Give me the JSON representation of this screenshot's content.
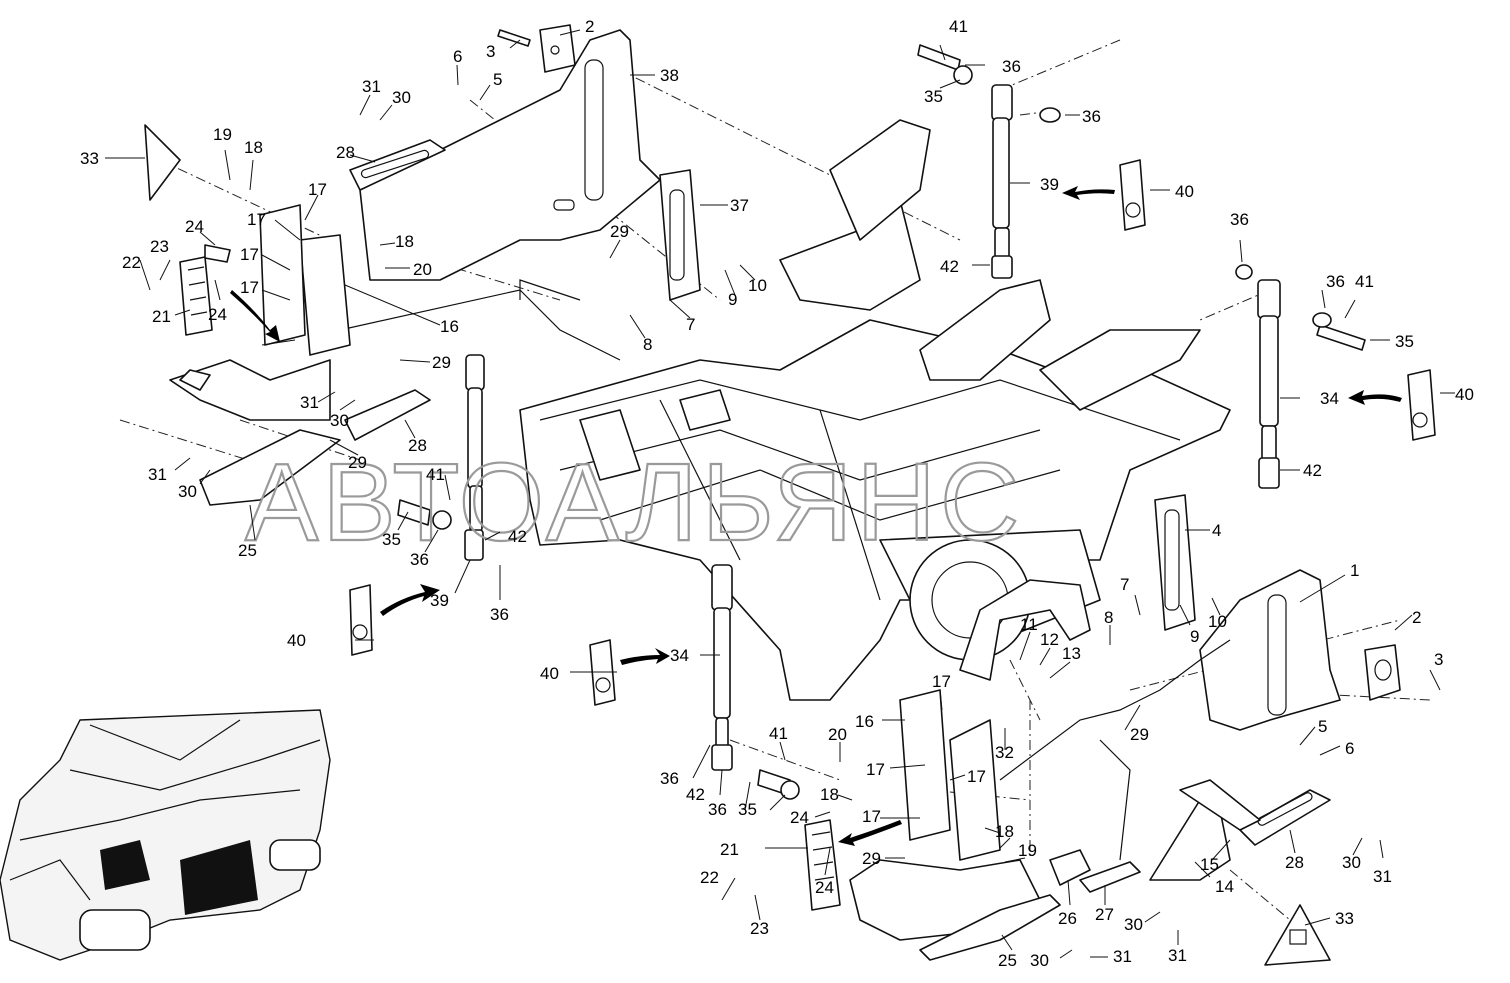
{
  "watermark": "АВТОАЛЬЯНС",
  "callouts": [
    {
      "id": "c-2a",
      "text": "2"
    },
    {
      "id": "c-3a",
      "text": "3"
    },
    {
      "id": "c-38",
      "text": "38"
    },
    {
      "id": "c-6a",
      "text": "6"
    },
    {
      "id": "c-5a",
      "text": "5"
    },
    {
      "id": "c-31a",
      "text": "31"
    },
    {
      "id": "c-30a",
      "text": "30"
    },
    {
      "id": "c-28a",
      "text": "28"
    },
    {
      "id": "c-33a",
      "text": "33"
    },
    {
      "id": "c-19a",
      "text": "19"
    },
    {
      "id": "c-18a",
      "text": "18"
    },
    {
      "id": "c-17a",
      "text": "17"
    },
    {
      "id": "c-17b",
      "text": "17"
    },
    {
      "id": "c-17c",
      "text": "17"
    },
    {
      "id": "c-17d",
      "text": "17"
    },
    {
      "id": "c-24a",
      "text": "24"
    },
    {
      "id": "c-23a",
      "text": "23"
    },
    {
      "id": "c-22a",
      "text": "22"
    },
    {
      "id": "c-21a",
      "text": "21"
    },
    {
      "id": "c-24b",
      "text": "24"
    },
    {
      "id": "c-18b",
      "text": "18"
    },
    {
      "id": "c-20a",
      "text": "20"
    },
    {
      "id": "c-16a",
      "text": "16"
    },
    {
      "id": "c-37",
      "text": "37"
    },
    {
      "id": "c-29a",
      "text": "29"
    },
    {
      "id": "c-9a",
      "text": "9"
    },
    {
      "id": "c-10a",
      "text": "10"
    },
    {
      "id": "c-7a",
      "text": "7"
    },
    {
      "id": "c-8a",
      "text": "8"
    },
    {
      "id": "c-29b",
      "text": "29"
    },
    {
      "id": "c-31b",
      "text": "31"
    },
    {
      "id": "c-30b",
      "text": "30"
    },
    {
      "id": "c-28b",
      "text": "28"
    },
    {
      "id": "c-29c",
      "text": "29"
    },
    {
      "id": "c-31c",
      "text": "31"
    },
    {
      "id": "c-30c",
      "text": "30"
    },
    {
      "id": "c-41a",
      "text": "41"
    },
    {
      "id": "c-35a",
      "text": "35"
    },
    {
      "id": "c-36a",
      "text": "36"
    },
    {
      "id": "c-25a",
      "text": "25"
    },
    {
      "id": "c-39a",
      "text": "39"
    },
    {
      "id": "c-42a",
      "text": "42"
    },
    {
      "id": "c-36b",
      "text": "36"
    },
    {
      "id": "c-40a",
      "text": "40"
    },
    {
      "id": "c-41b",
      "text": "41"
    },
    {
      "id": "c-36c",
      "text": "36"
    },
    {
      "id": "c-35b",
      "text": "35"
    },
    {
      "id": "c-36d",
      "text": "36"
    },
    {
      "id": "c-39b",
      "text": "39"
    },
    {
      "id": "c-40b",
      "text": "40"
    },
    {
      "id": "c-42b",
      "text": "42"
    },
    {
      "id": "c-36e",
      "text": "36"
    },
    {
      "id": "c-36f",
      "text": "36"
    },
    {
      "id": "c-41c",
      "text": "41"
    },
    {
      "id": "c-35c",
      "text": "35"
    },
    {
      "id": "c-34a",
      "text": "34"
    },
    {
      "id": "c-40c",
      "text": "40"
    },
    {
      "id": "c-42c",
      "text": "42"
    },
    {
      "id": "c-4",
      "text": "4"
    },
    {
      "id": "c-1",
      "text": "1"
    },
    {
      "id": "c-2b",
      "text": "2"
    },
    {
      "id": "c-3b",
      "text": "3"
    },
    {
      "id": "c-40d",
      "text": "40"
    },
    {
      "id": "c-34b",
      "text": "34"
    },
    {
      "id": "c-7b",
      "text": "7"
    },
    {
      "id": "c-8b",
      "text": "8"
    },
    {
      "id": "c-9b",
      "text": "9"
    },
    {
      "id": "c-10b",
      "text": "10"
    },
    {
      "id": "c-11",
      "text": "11"
    },
    {
      "id": "c-12",
      "text": "12"
    },
    {
      "id": "c-13",
      "text": "13"
    },
    {
      "id": "c-17e",
      "text": "17"
    },
    {
      "id": "c-16b",
      "text": "16"
    },
    {
      "id": "c-29d",
      "text": "29"
    },
    {
      "id": "c-32",
      "text": "32"
    },
    {
      "id": "c-5b",
      "text": "5"
    },
    {
      "id": "c-6b",
      "text": "6"
    },
    {
      "id": "c-41d",
      "text": "41"
    },
    {
      "id": "c-20b",
      "text": "20"
    },
    {
      "id": "c-17f",
      "text": "17"
    },
    {
      "id": "c-17g",
      "text": "17"
    },
    {
      "id": "c-18c",
      "text": "18"
    },
    {
      "id": "c-36g",
      "text": "36"
    },
    {
      "id": "c-42d",
      "text": "42"
    },
    {
      "id": "c-36h",
      "text": "36"
    },
    {
      "id": "c-35d",
      "text": "35"
    },
    {
      "id": "c-24c",
      "text": "24"
    },
    {
      "id": "c-17h",
      "text": "17"
    },
    {
      "id": "c-21b",
      "text": "21"
    },
    {
      "id": "c-24d",
      "text": "24"
    },
    {
      "id": "c-29e",
      "text": "29"
    },
    {
      "id": "c-18d",
      "text": "18"
    },
    {
      "id": "c-19b",
      "text": "19"
    },
    {
      "id": "c-22b",
      "text": "22"
    },
    {
      "id": "c-23b",
      "text": "23"
    },
    {
      "id": "c-26",
      "text": "26"
    },
    {
      "id": "c-27",
      "text": "27"
    },
    {
      "id": "c-30d",
      "text": "30"
    },
    {
      "id": "c-31d",
      "text": "31"
    },
    {
      "id": "c-25b",
      "text": "25"
    },
    {
      "id": "c-30e",
      "text": "30"
    },
    {
      "id": "c-31e",
      "text": "31"
    },
    {
      "id": "c-15",
      "text": "15"
    },
    {
      "id": "c-14",
      "text": "14"
    },
    {
      "id": "c-28c",
      "text": "28"
    },
    {
      "id": "c-30f",
      "text": "30"
    },
    {
      "id": "c-31f",
      "text": "31"
    },
    {
      "id": "c-33b",
      "text": "33"
    }
  ]
}
